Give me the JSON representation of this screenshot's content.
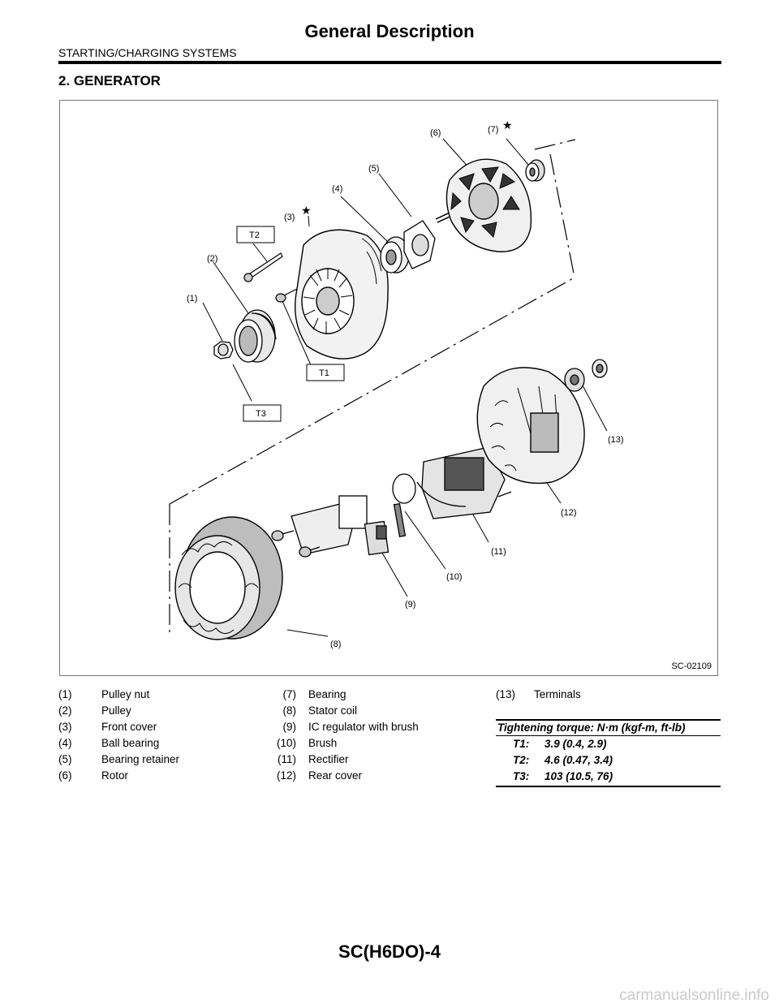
{
  "header": {
    "title": "General Description",
    "section": "STARTING/CHARGING SYSTEMS",
    "heading": "2. GENERATOR"
  },
  "figure": {
    "id": "SC-02109",
    "callouts": [
      "(1)",
      "(2)",
      "(3)",
      "(4)",
      "(5)",
      "(6)",
      "(7)",
      "(8)",
      "(9)",
      "(10)",
      "(11)",
      "(12)",
      "(13)"
    ],
    "torque_tags": [
      "T1",
      "T2",
      "T3"
    ],
    "star_symbol": "★"
  },
  "legend": {
    "col1": [
      {
        "num": "(1)",
        "label": "Pulley nut"
      },
      {
        "num": "(2)",
        "label": "Pulley"
      },
      {
        "num": "(3)",
        "label": "Front cover"
      },
      {
        "num": "(4)",
        "label": "Ball bearing"
      },
      {
        "num": "(5)",
        "label": "Bearing retainer"
      },
      {
        "num": "(6)",
        "label": "Rotor"
      }
    ],
    "col2": [
      {
        "num": "(7)",
        "label": "Bearing"
      },
      {
        "num": "(8)",
        "label": "Stator coil"
      },
      {
        "num": "(9)",
        "label": "IC regulator with brush"
      },
      {
        "num": "(10)",
        "label": "Brush"
      },
      {
        "num": "(11)",
        "label": "Rectifier"
      },
      {
        "num": "(12)",
        "label": "Rear cover"
      }
    ],
    "col3": [
      {
        "num": "(13)",
        "label": "Terminals"
      }
    ]
  },
  "torque": {
    "title": "Tightening torque: N·m (kgf-m, ft-lb)",
    "rows": [
      {
        "key": "T1:",
        "value": "3.9 (0.4, 2.9)"
      },
      {
        "key": "T2:",
        "value": "4.6 (0.47, 3.4)"
      },
      {
        "key": "T3:",
        "value": "103 (10.5, 76)"
      }
    ]
  },
  "footer": {
    "page_code": "SC(H6DO)-4",
    "watermark": "carmanualsonline.info"
  }
}
